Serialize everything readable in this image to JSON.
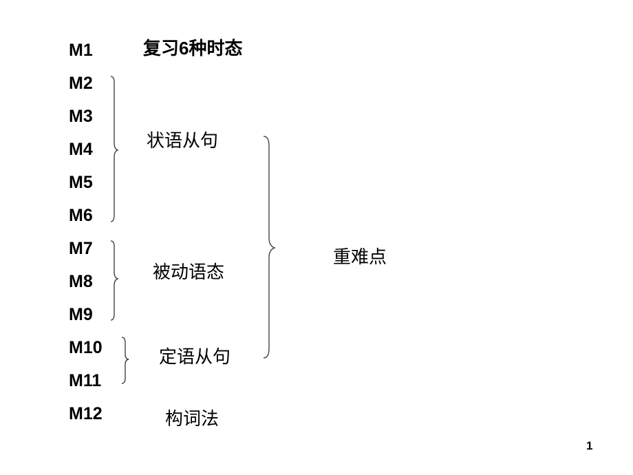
{
  "modules": [
    "M1",
    "M2",
    "M3",
    "M4",
    "M5",
    "M6",
    "M7",
    "M8",
    "M9",
    "M10",
    "M11",
    "M12"
  ],
  "topics": {
    "review": "复习6种时态",
    "adverbial_clause": "状语从句",
    "passive_voice": "被动语态",
    "attributive_clause": "定语从句",
    "word_formation": "构词法"
  },
  "key_points": "重难点",
  "page_number": "1"
}
